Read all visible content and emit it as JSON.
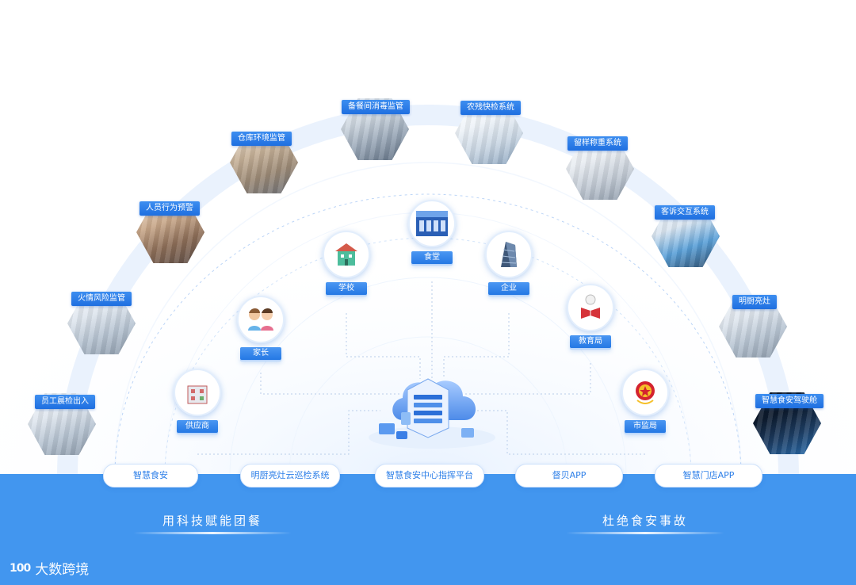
{
  "outer_arc": [
    {
      "label": "员工晨检出入",
      "name": "hex-staff-morning-check",
      "theme": "kitchen"
    },
    {
      "label": "火情风险监管",
      "name": "hex-fire-risk",
      "theme": "kitchen"
    },
    {
      "label": "人员行为预警",
      "name": "hex-staff-behavior",
      "theme": "factory"
    },
    {
      "label": "仓库环境监管",
      "name": "hex-warehouse",
      "theme": "warehouse"
    },
    {
      "label": "备餐间消毒监管",
      "name": "hex-disinfection",
      "theme": "steel"
    },
    {
      "label": "农残快检系统",
      "name": "hex-pesticide-test",
      "theme": "lab"
    },
    {
      "label": "留样称重系统",
      "name": "hex-sample-weigh",
      "theme": "device"
    },
    {
      "label": "客诉交互系统",
      "name": "hex-complaint",
      "theme": "screen"
    },
    {
      "label": "明厨亮灶",
      "name": "hex-open-kitchen",
      "theme": "kitchen"
    },
    {
      "label": "智慧食安驾驶舱",
      "name": "hex-cockpit",
      "theme": "dark"
    }
  ],
  "inner_nodes": [
    {
      "label": "供应商",
      "name": "node-supplier",
      "icon": "building-icon"
    },
    {
      "label": "家长",
      "name": "node-parents",
      "icon": "family-icon"
    },
    {
      "label": "学校",
      "name": "node-school",
      "icon": "school-icon"
    },
    {
      "label": "食堂",
      "name": "node-canteen",
      "icon": "canteen-icon"
    },
    {
      "label": "企业",
      "name": "node-enterprise",
      "icon": "tower-icon"
    },
    {
      "label": "教育局",
      "name": "node-education-bureau",
      "icon": "reader-icon"
    },
    {
      "label": "市监局",
      "name": "node-market-bureau",
      "icon": "emblem-icon"
    }
  ],
  "platforms": [
    "智慧食安",
    "明厨亮灶云巡检系统",
    "智慧食安中心指挥平台",
    "督贝APP",
    "智慧门店APP"
  ],
  "slogans": {
    "left": "用科技赋能团餐",
    "right": "杜绝食安事故"
  },
  "watermark": {
    "mark": "100",
    "text": "大数跨境"
  },
  "colors": {
    "primary": "#2478e4",
    "band": "#4296ef",
    "pill_text": "#2d7fe8"
  }
}
